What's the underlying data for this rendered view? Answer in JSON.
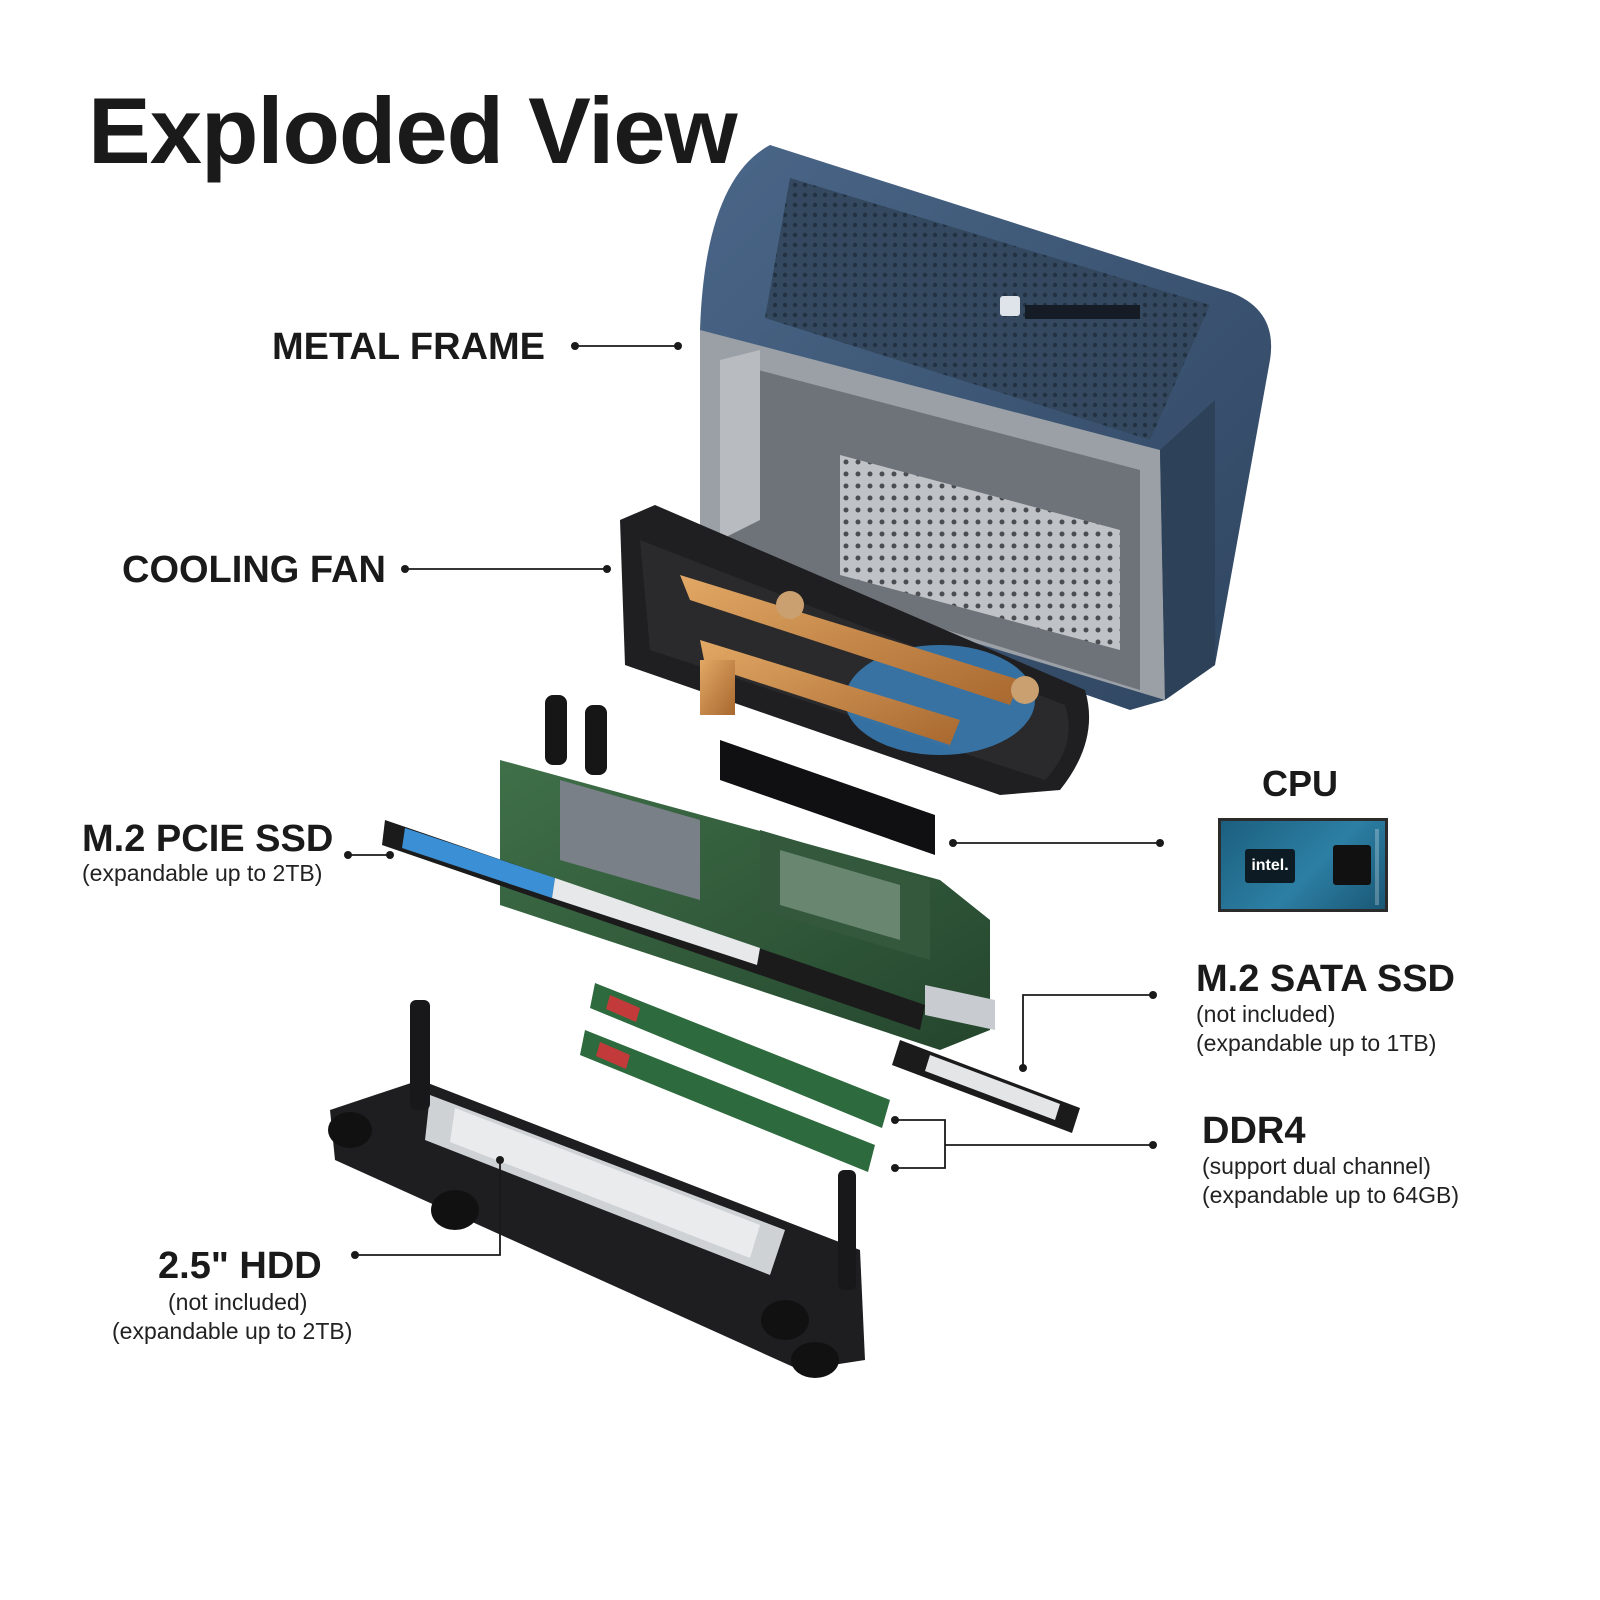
{
  "title": "Exploded View",
  "labels": {
    "metal_frame": "METAL FRAME",
    "cooling_fan": "COOLING FAN",
    "cpu": "CPU",
    "m2_pcie_ssd": "M.2 PCIE SSD",
    "m2_pcie_ssd_note": "(expandable up to 2TB)",
    "m2_sata_ssd": "M.2 SATA SSD",
    "m2_sata_ssd_note1": "(not included)",
    "m2_sata_ssd_note2": "(expandable up to 1TB)",
    "ddr4": "DDR4",
    "ddr4_note1": "(support dual channel)",
    "ddr4_note2": "(expandable up to 64GB)",
    "hdd": "2.5\" HDD",
    "hdd_note1": "(not included)",
    "hdd_note2": "(expandable up to 2TB)"
  },
  "cpu_chip": {
    "brand": "intel."
  },
  "colors": {
    "case_blue": "#3c5674",
    "metal": "#8c9096",
    "copper": "#c98a4a",
    "pcb_green": "#2f5a3a",
    "ssd_blue": "#3b8fd4",
    "dark": "#1d1d1f"
  }
}
